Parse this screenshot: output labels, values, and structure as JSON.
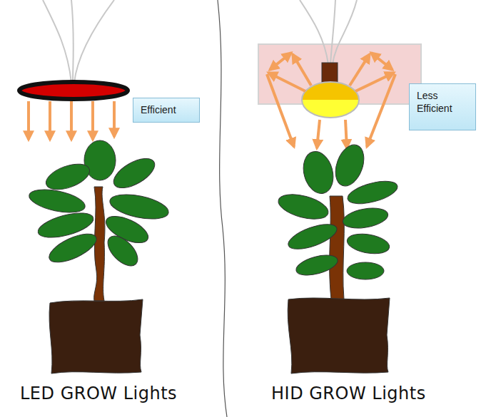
{
  "diagram": {
    "nodes": [
      {
        "text": [
          "Efficient"
        ]
      },
      {
        "text": [
          "Less Efficient"
        ]
      }
    ],
    "labels": [
      "LED GROW Lights",
      "HID GROW Lights"
    ]
  }
}
